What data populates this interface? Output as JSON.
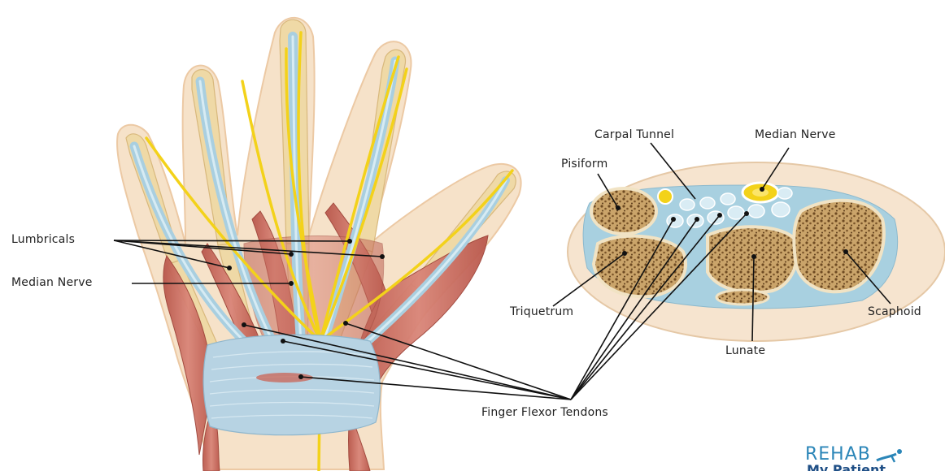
{
  "hand_labels": {
    "lumbricals": "Lumbricals",
    "median_nerve": "Median Nerve",
    "finger_flexor_tendons": "Finger Flexor Tendons"
  },
  "cross_section_labels": {
    "carpal_tunnel": "Carpal Tunnel",
    "median_nerve": "Median Nerve",
    "pisiform": "Pisiform",
    "triquetrum": "Triquetrum",
    "lunate": "Lunate",
    "scaphoid": "Scaphoid"
  },
  "logo": {
    "line1": "REHAB",
    "line2": "My Patient"
  },
  "colors": {
    "skin": "#f4dcc0",
    "bone": "#efd9a6",
    "muscle": "#c96a5d",
    "tendon": "#a9cfe0",
    "nerve": "#f3d21a",
    "bone_section": "#b98f55",
    "leader_line": "#111111",
    "logo": "#2b86b8"
  }
}
